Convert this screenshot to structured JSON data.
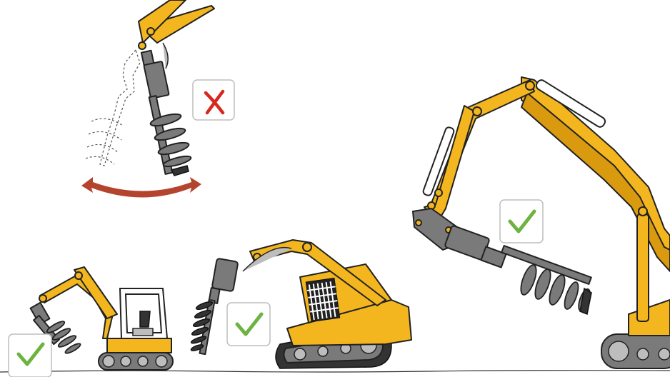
{
  "scene": {
    "background": "#ffffff",
    "colors": {
      "machine_yellow": "#f3b61f",
      "auger_grey": "#7a7a7a",
      "swing_arrow": "#b5442f",
      "check_green": "#6db33f",
      "cross_red": "#d7281e"
    },
    "items": [
      {
        "id": "auger-swinging",
        "icon": "cross-icon",
        "status": "incorrect"
      },
      {
        "id": "mini-excavator",
        "icon": "check-icon",
        "status": "correct"
      },
      {
        "id": "compact-track-loader",
        "icon": "check-icon",
        "status": "correct"
      },
      {
        "id": "large-excavator",
        "icon": "check-icon",
        "status": "correct"
      }
    ]
  }
}
